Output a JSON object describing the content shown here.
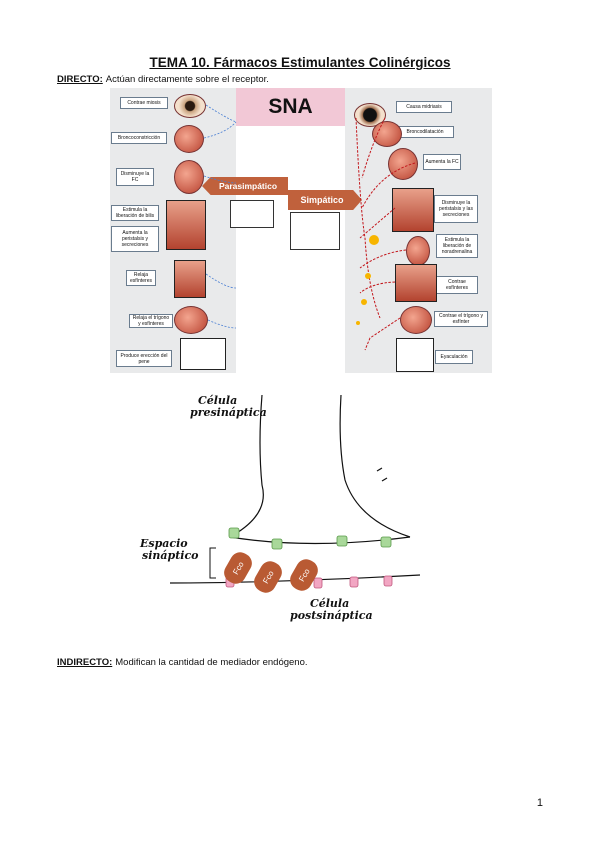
{
  "header": {
    "title": "TEMA 10. Fármacos Estimulantes Colinérgicos"
  },
  "directo": {
    "label": "DIRECTO:",
    "text": "Actúan directamente sobre el receptor."
  },
  "indirecto": {
    "label": "INDIRECTO:",
    "text": "Modifican la cantidad de mediador endógeno."
  },
  "page_number": "1",
  "sna_figure": {
    "title": "SNA",
    "parasympathetic": "Parasimpático",
    "sympathetic": "Simpático",
    "left_labels": [
      "Contrae miosis",
      "Broncoconstricción",
      "Disminuye la FC",
      "Estimula la liberación de bilis",
      "Aumenta la peristalsis y secreciones",
      "Relaja esfínteres",
      "Relaja el trígono y esfínteres",
      "Produce erección del pene"
    ],
    "right_labels": [
      "Causa midriasis",
      "Broncodilatación",
      "Aumenta la FC",
      "Disminuye la peristalsis y las secreciones",
      "Estimula la liberación de noradrenalina",
      "Contrae esfínteres",
      "Contrae el trígono y esfínter",
      "Eyaculación"
    ]
  },
  "synapse_figure": {
    "presynaptic": [
      "Célula",
      "presináptica"
    ],
    "cleft": [
      "Espacio",
      "sináptico"
    ],
    "postsynaptic": [
      "Célula",
      "postsináptica"
    ],
    "drug_label": "Fco"
  }
}
